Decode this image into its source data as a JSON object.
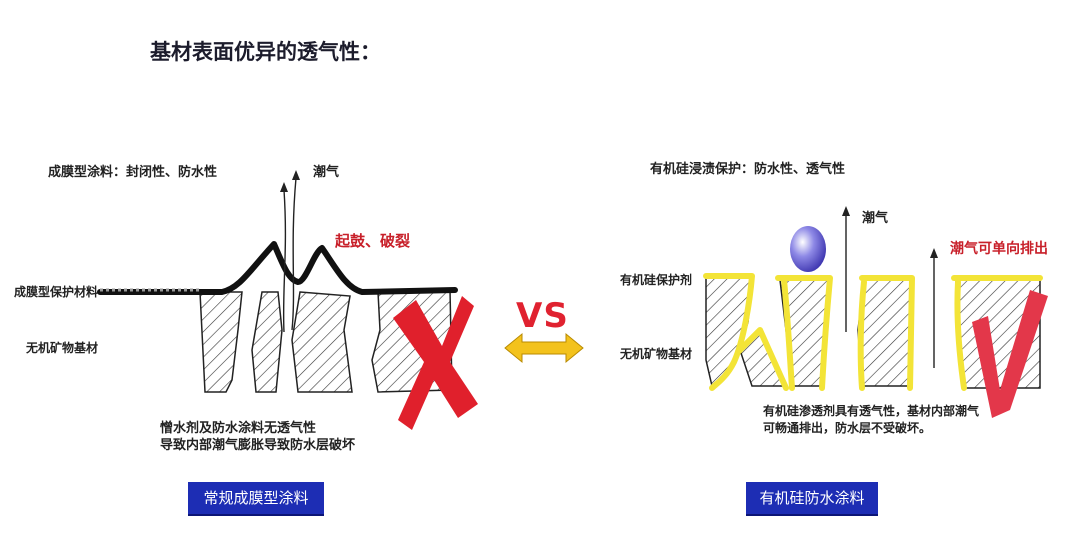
{
  "title": "基材表面优异的透气性：",
  "left": {
    "heading": "成膜型涂料：封闭性、防水性",
    "moisture_label": "潮气",
    "defect_label": "起鼓、破裂",
    "layer_label": "成膜型保护材料",
    "substrate_label": "无机矿物基材",
    "note_line1": "憎水剂及防水涂料无透气性",
    "note_line2": "导致内部潮气膨胀导致防水层破坏",
    "caption": "常规成膜型涂料",
    "verdict_mark": "X"
  },
  "vs_label": "VS",
  "right": {
    "heading": "有机硅浸渍保护：防水性、透气性",
    "moisture_label": "潮气",
    "exhaust_label": "潮气可单向排出",
    "layer_label": "有机硅保护剂",
    "substrate_label": "无机矿物基材",
    "note_line1": "有机硅渗透剂具有透气性，基材内部潮气",
    "note_line2": "可畅通排出，防水层不受破坏。",
    "caption": "有机硅防水涂料",
    "verdict_mark": "V"
  },
  "colors": {
    "caption_bg": "#1d2db4",
    "red": "#e02230",
    "yellow": "#f3e437",
    "arrow_yellow": "#f3c21c",
    "bubble": "#5b57c8"
  }
}
